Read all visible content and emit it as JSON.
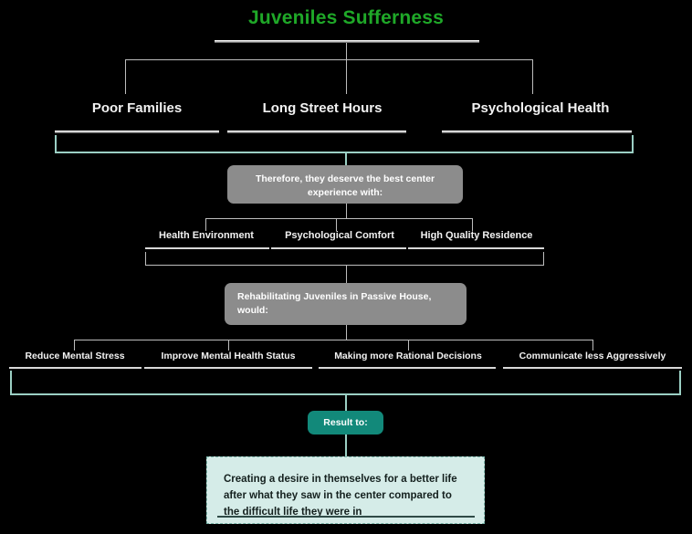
{
  "title": "Juveniles Sufferness",
  "colors": {
    "background": "#000000",
    "title_green": "#1fa828",
    "node_text": "#f2f2f2",
    "bar_grey": "#b8b8b8",
    "connector_grey": "#bdbdbd",
    "connector_teal": "#9bcfc4",
    "process_box_grey": "#8c8c8c",
    "result_pill_teal": "#12897a",
    "outcome_box_fill": "#d5ece8",
    "outcome_box_border": "#7ab5aa",
    "outcome_text": "#14201e"
  },
  "row_causes": [
    {
      "label": "Poor Families"
    },
    {
      "label": "Long Street Hours"
    },
    {
      "label": "Psychological Health"
    }
  ],
  "process_1": {
    "label": "Therefore, they deserve the best center experience with:"
  },
  "row_needs": [
    {
      "label": "Health Environment"
    },
    {
      "label": "Psychological Comfort"
    },
    {
      "label": "High Quality Residence"
    }
  ],
  "process_2": {
    "label": "Rehabilitating Juveniles in Passive House, would:"
  },
  "row_outcomes": [
    {
      "label": "Reduce Mental Stress"
    },
    {
      "label": "Improve Mental Health Status"
    },
    {
      "label": "Making more Rational Decisions"
    },
    {
      "label": "Communicate less Aggressively"
    }
  ],
  "result_pill": {
    "label": "Result to:"
  },
  "outcome": {
    "text": "Creating a desire in themselves for a better life after what they saw in the center compared to the difficult life they were in"
  }
}
